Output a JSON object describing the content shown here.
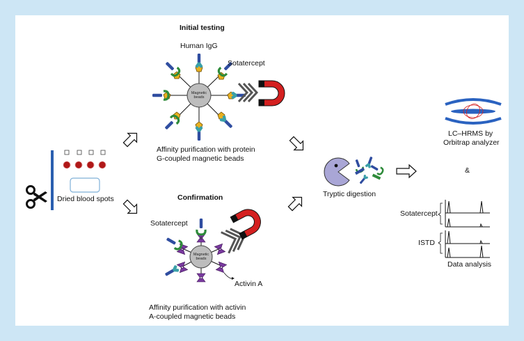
{
  "labels": {
    "initial_testing": "Initial testing",
    "human_igg": "Human IgG",
    "sotatercept_top": "Sotatercept",
    "magnetic_beads_top_1": "Magnetic",
    "magnetic_beads_top_2": "beads",
    "affinity_protein_g_1": "Affinity purification with protein",
    "affinity_protein_g_2": "G-coupled magnetic beads",
    "dried_blood_spots": "Dried blood spots",
    "confirmation": "Confirmation",
    "sotatercept_bottom": "Sotatercept",
    "magnetic_beads_bottom_1": "Magnetic",
    "magnetic_beads_bottom_2": "beads",
    "activin_a": "Activin A",
    "affinity_activin_1": "Affinity purification with activin",
    "affinity_activin_2": "A-coupled magnetic beads",
    "tryptic_digestion": "Tryptic digestion",
    "lc_hrms_1": "LC–HRMS by",
    "lc_hrms_2": "Orbitrap analyzer",
    "ampersand": "&",
    "sotatercept_trace": "Sotatercept",
    "istd_trace": "ISTD",
    "data_analysis": "Data analysis"
  },
  "colors": {
    "background": "#cde6f5",
    "panel": "#ffffff",
    "magnet_red": "#d42020",
    "blood_spot": "#b01818",
    "card_bar": "#2a5fb0",
    "antibody_green": "#2e8b3a",
    "antibody_blue": "#2f4da0",
    "protein_g": "#e8b020",
    "activin": "#7a3aa0",
    "pacman": "#a9a6d6",
    "orbitrap_blue": "#2a62c0"
  },
  "icons": [
    "scissors-icon",
    "magnet-icon",
    "pacman-icon",
    "orbitrap-icon",
    "arrow-icon"
  ]
}
